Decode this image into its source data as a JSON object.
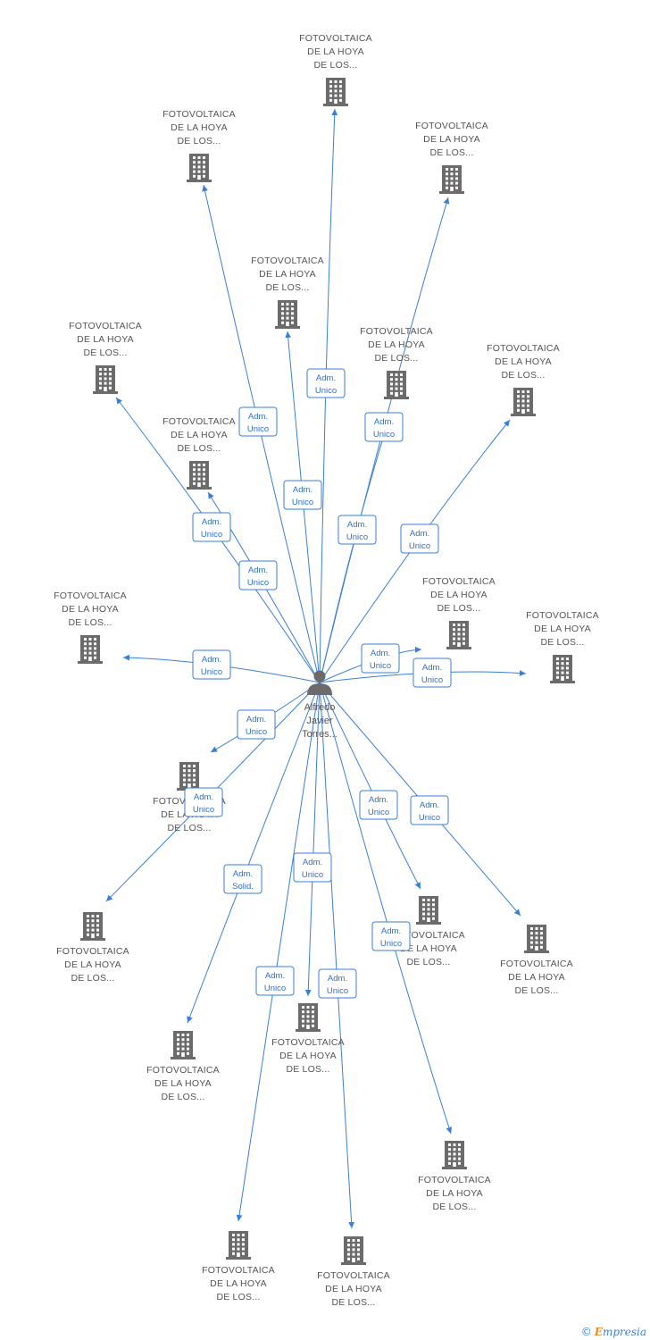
{
  "person": {
    "name_lines": [
      "Alfredo",
      "Javier",
      "Torres..."
    ],
    "icon": "person-icon"
  },
  "company_icon": "building-icon",
  "colors": {
    "edge": "#3a7fd6",
    "node": "#6b6b6b",
    "text": "#555555"
  },
  "companies": [
    {
      "lines": [
        "FOTOVOLTAICA",
        "DE LA HOYA",
        "DE LOS..."
      ]
    },
    {
      "lines": [
        "FOTOVOLTAICA",
        "DE LA HOYA",
        "DE LOS..."
      ]
    },
    {
      "lines": [
        "FOTOVOLTAICA",
        "DE LA HOYA",
        "DE LOS..."
      ]
    },
    {
      "lines": [
        "FOTOVOLTAICA",
        "DE LA HOYA",
        "DE LOS..."
      ]
    },
    {
      "lines": [
        "FOTOVOLTAICA",
        "DE LA HOYA",
        "DE LOS..."
      ]
    },
    {
      "lines": [
        "FOTOVOLTAICA",
        "DE LA HOYA",
        "DE LOS..."
      ]
    },
    {
      "lines": [
        "FOTOVOLTAICA",
        "DE LA HOYA",
        "DE LOS..."
      ]
    },
    {
      "lines": [
        "FOTOVOLTAICA",
        "DE LA HOYA",
        "DE LOS..."
      ]
    },
    {
      "lines": [
        "FOTOVOLTAICA",
        "DE LA HOYA",
        "DE LOS..."
      ]
    },
    {
      "lines": [
        "FOTOVOLTAICA",
        "DE LA HOYA",
        "DE LOS..."
      ]
    },
    {
      "lines": [
        "FOTOVOLTAICA",
        "DE LA HOYA",
        "DE LOS..."
      ]
    },
    {
      "lines": [
        "FOTOVOLTAICA",
        "DE LA HOYA",
        "DE LOS..."
      ]
    },
    {
      "lines": [
        "FOTOVOLTAICA",
        "DE LA HOYA",
        "DE LOS..."
      ]
    },
    {
      "lines": [
        "FOTOVOLTAICA",
        "DE LA HOYA",
        "DE LOS..."
      ]
    },
    {
      "lines": [
        "FOTOVOLTAICA",
        "DE LA HOYA",
        "DE LOS..."
      ]
    },
    {
      "lines": [
        "FOTOVOLTAICA",
        "DE LA HOYA",
        "DE LOS..."
      ]
    },
    {
      "lines": [
        "FOTOVOLTAICA",
        "DE LA HOYA",
        "DE LOS..."
      ]
    },
    {
      "lines": [
        "FOTOVOLTAICA",
        "DE LA HOYA",
        "DE LOS..."
      ]
    },
    {
      "lines": [
        "FOTOVOLTAICA",
        "DE LA HOYA",
        "DE LOS..."
      ]
    },
    {
      "lines": [
        "FOTOVOLTAICA",
        "DE LA HOYA",
        "DE LOS..."
      ]
    },
    {
      "lines": [
        "FOTOVOLTAICA",
        "DE LA HOYA",
        "DE LOS..."
      ]
    },
    {
      "lines": [
        "FOTOVOLTAICA",
        "DE LA HOYA",
        "DE LOS..."
      ]
    }
  ],
  "relations": [
    {
      "lines": [
        "Adm.",
        "Unico"
      ]
    },
    {
      "lines": [
        "Adm.",
        "Unico"
      ]
    },
    {
      "lines": [
        "Adm.",
        "Unico"
      ]
    },
    {
      "lines": [
        "Adm.",
        "Unico"
      ]
    },
    {
      "lines": [
        "Adm.",
        "Unico"
      ]
    },
    {
      "lines": [
        "Adm.",
        "Unico"
      ]
    },
    {
      "lines": [
        "Adm.",
        "Unico"
      ]
    },
    {
      "lines": [
        "Adm.",
        "Unico"
      ]
    },
    {
      "lines": [
        "Adm.",
        "Unico"
      ]
    },
    {
      "lines": [
        "Adm.",
        "Unico"
      ]
    },
    {
      "lines": [
        "Adm.",
        "Unico"
      ]
    },
    {
      "lines": [
        "Adm.",
        "Unico"
      ]
    },
    {
      "lines": [
        "Adm.",
        "Unico"
      ]
    },
    {
      "lines": [
        "Adm.",
        "Unico"
      ]
    },
    {
      "lines": [
        "Adm.",
        "Solid."
      ]
    },
    {
      "lines": [
        "Adm.",
        "Unico"
      ]
    },
    {
      "lines": [
        "Adm.",
        "Unico"
      ]
    },
    {
      "lines": [
        "Adm.",
        "Unico"
      ]
    },
    {
      "lines": [
        "Adm.",
        "Unico"
      ]
    },
    {
      "lines": [
        "Adm.",
        "Unico"
      ]
    },
    {
      "lines": [
        "Adm.",
        "Unico"
      ]
    },
    {
      "lines": [
        "Adm.",
        "Unico"
      ]
    }
  ],
  "brand": {
    "copyright": "©",
    "first_letter": "E",
    "rest": "mpresia"
  }
}
